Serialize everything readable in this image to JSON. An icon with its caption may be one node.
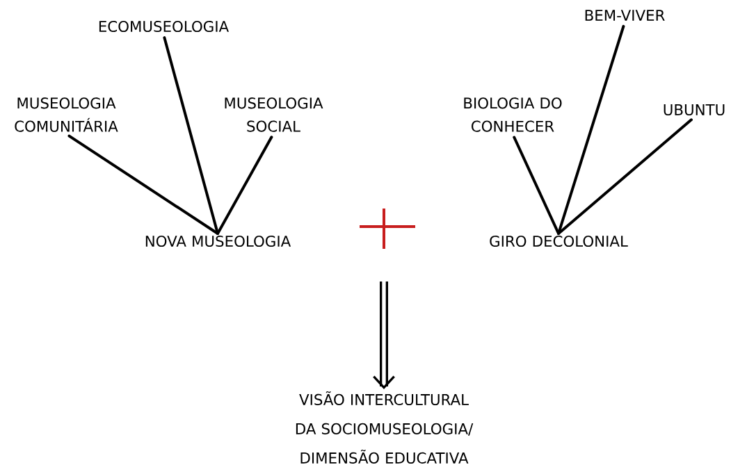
{
  "diagram": {
    "nodes": [
      {
        "text": [
          "ECOMUSEOLOGIA"
        ]
      },
      {
        "text": [
          "MUSEOLOGIA COMUNITÁRIA"
        ]
      },
      {
        "text": [
          "MUSEOLOGIA SOCIAL"
        ]
      },
      {
        "text": [
          "NOVA MUSEOLOGIA"
        ]
      },
      {
        "text": [
          "BEM-VIVER"
        ]
      },
      {
        "text": [
          "BIOLOGIA DO CONHECER"
        ]
      },
      {
        "text": [
          "UBUNTU"
        ]
      },
      {
        "text": [
          "GIRO DECOLONIAL"
        ]
      },
      {
        "text": [
          "VISÃO INTERCULTURAL DA SOCIOMUSEOLOGIA/ DIMENSÃO EDUCATIVA"
        ]
      }
    ],
    "edges": [
      {
        "from": 0,
        "to": 3,
        "arrow": "none"
      },
      {
        "from": 1,
        "to": 3,
        "arrow": "none"
      },
      {
        "from": 2,
        "to": 3,
        "arrow": "none"
      },
      {
        "from": 4,
        "to": 7,
        "arrow": "none"
      },
      {
        "from": 5,
        "to": 7,
        "arrow": "none"
      },
      {
        "from": 6,
        "to": 7,
        "arrow": "none"
      },
      {
        "from": null,
        "to": 8,
        "arrow": "to",
        "style": "thick"
      }
    ]
  }
}
